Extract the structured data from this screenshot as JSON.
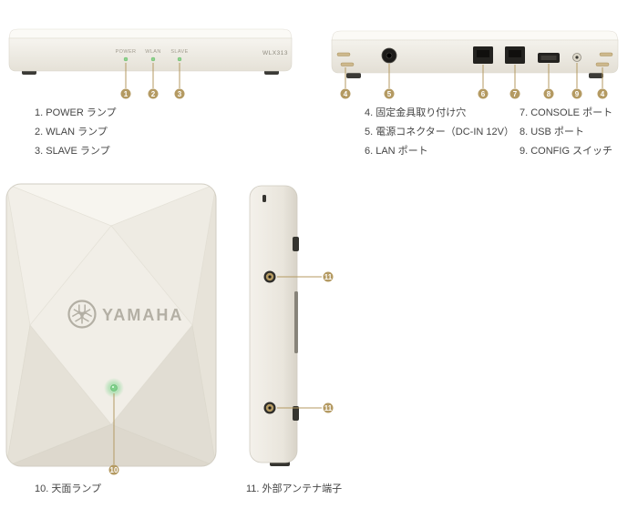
{
  "colors": {
    "callout": "#b49a62",
    "body_light": "#f6f4ef",
    "body_dark": "#e2ded4",
    "led_green": "#7fd08a",
    "text": "#454545"
  },
  "front_view": {
    "leds": [
      "POWER",
      "WLAN",
      "SLAVE"
    ],
    "model": "WLX313",
    "callouts": [
      "1",
      "2",
      "3"
    ]
  },
  "rear_view": {
    "callouts": [
      "4",
      "5",
      "6",
      "7",
      "8",
      "9",
      "4"
    ]
  },
  "legend_top": {
    "col1": [
      "1. POWER ランプ",
      "2. WLAN ランプ",
      "3. SLAVE ランプ"
    ],
    "col2": [
      "4. 固定金具取り付け穴",
      "5. 電源コネクター（DC-IN 12V）",
      "6. LAN ポート"
    ],
    "col3": [
      "7. CONSOLE ポート",
      "8. USB ポート",
      "9. CONFIG スイッチ"
    ]
  },
  "panel_view": {
    "logo": "YAMAHA",
    "callout": "10"
  },
  "side_view": {
    "callouts": [
      "11",
      "11"
    ]
  },
  "legend_bottom": {
    "left": "10. 天面ランプ",
    "right": "11. 外部アンテナ端子"
  }
}
